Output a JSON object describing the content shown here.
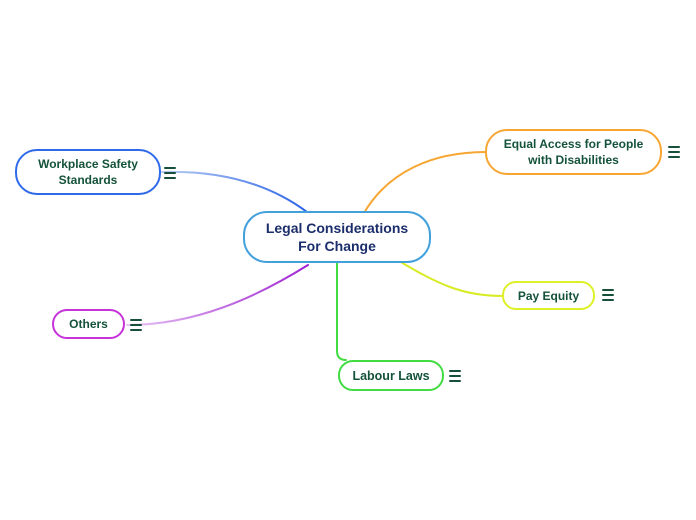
{
  "app": {
    "type": "mind-map-canvas",
    "background_color": "#ffffff"
  },
  "mindmap": {
    "root": {
      "label": "Legal Considerations For Change",
      "border_color": "#42a0dc",
      "text_color": "#1b2e6b"
    },
    "branch_text_color": "#14523a",
    "menu_icon_color": "#17503a",
    "branches": [
      {
        "id": "workplace-safety",
        "label": "Workplace Safety Standards",
        "border_color": "#2f6ae8",
        "edge_color_near_root": "#2761e8",
        "edge_color_near_node": "#b9ccf2",
        "position": "left"
      },
      {
        "id": "equal-access",
        "label": "Equal Access for People with Disabilities",
        "border_color": "#f7a633",
        "edge_color": "#f7a633",
        "position": "top-right"
      },
      {
        "id": "pay-equity",
        "label": "Pay Equity",
        "border_color": "#ddf028",
        "edge_color": "#d8ec25",
        "position": "right"
      },
      {
        "id": "labour-laws",
        "label": "Labour Laws",
        "border_color": "#41dc41",
        "edge_color": "#41dc41",
        "position": "bottom"
      },
      {
        "id": "others",
        "label": "Others",
        "border_color": "#c634d9",
        "edge_color_near_root": "#9f21d3",
        "edge_color_near_node": "#e5c4f2",
        "position": "bottom-left"
      }
    ]
  }
}
